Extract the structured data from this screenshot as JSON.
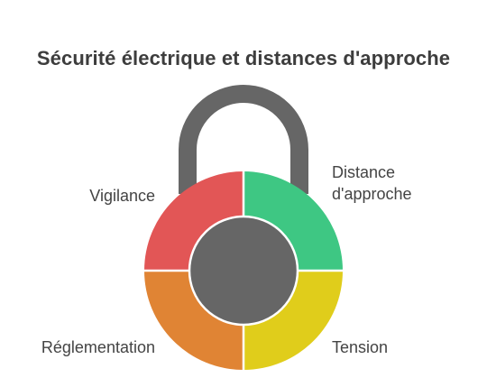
{
  "title": "Sécurité électrique et distances d'approche",
  "segments": [
    {
      "id": "distance",
      "label_line1": "Distance",
      "label_line2": "d'approche",
      "color": "#3ec783"
    },
    {
      "id": "tension",
      "label": "Tension",
      "color": "#e0cd1b"
    },
    {
      "id": "reglementation",
      "label": "Réglementation",
      "color": "#e08434"
    },
    {
      "id": "vigilance",
      "label": "Vigilance",
      "color": "#e25656"
    }
  ],
  "colors": {
    "shackle": "#666666",
    "hub": "#666666",
    "divider": "#ffffff"
  }
}
